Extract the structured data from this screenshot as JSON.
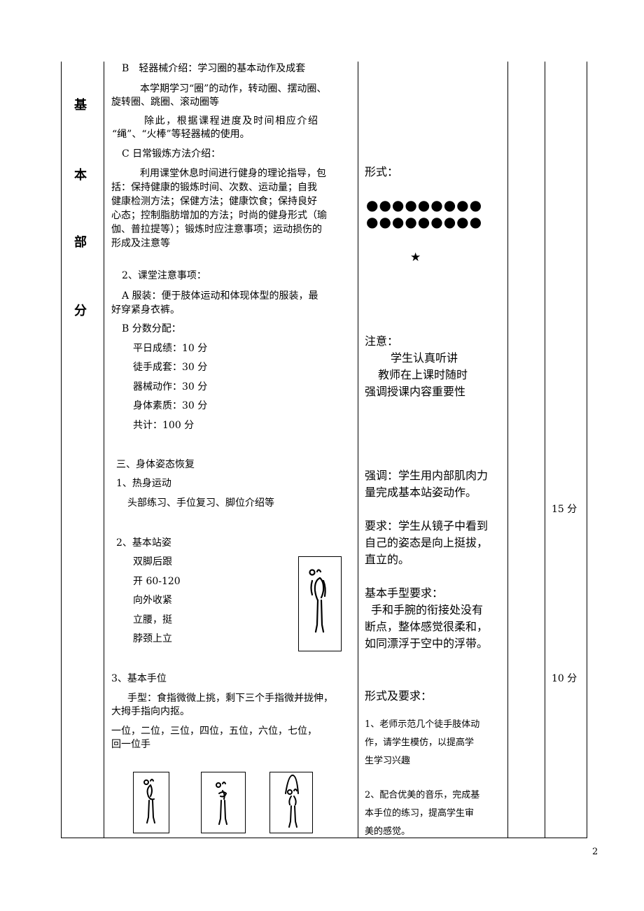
{
  "section_title": [
    "基",
    "本",
    "部",
    "分"
  ],
  "content": {
    "b_title": "B　轻器械介绍：学习圈的基本动作及成套",
    "b_p1a": "本学期学习“圈”的动作，转动圈、摆动圈、",
    "b_p1b": "旋转圈、跳圈、滚动圈等",
    "b_p2a": "除此，根据课程进度及时间相应介绍",
    "b_p2b": "“绳”、“火棒”等轻器械的使用。",
    "c_title": "C 日常锻炼方法介绍：",
    "c_p1": "利用课堂休息时间进行健身的理论指导，包",
    "c_p2": "括：保持健康的锻炼时间、次数、运动量；自我",
    "c_p3": "健康检测方法；保健方法；健康饮食；保持良好",
    "c_p4": "心态；控制脂肪增加的方法；时尚的健身形式（瑜",
    "c_p5": "伽、普拉提等）；锻炼时应注意事项；运动损伤的",
    "c_p6": "形成及注意等",
    "n2_title": "2、课堂注意事项：",
    "a_line1": "A 服装：便于肢体运动和体现体型的服装，最",
    "a_line2": "好穿紧身衣裤。",
    "score_title": "B 分数分配：",
    "score_items": [
      "平日成绩：10 分",
      "徒手成套：30 分",
      "器械动作：30 分",
      "身体素质：30 分",
      "共计：100 分"
    ],
    "s3_title": "三、身体姿态恢复",
    "s3_1": "1、热身运动",
    "s3_1_desc": "头部练习、手位复习、脚位介绍等",
    "s3_2": "2、基本站姿",
    "stance_lines": [
      "双脚后跟",
      "开 60-120",
      "向外收紧",
      "立腰，挺",
      "脖颈上立"
    ],
    "s3_3": "3、基本手位",
    "hand_a": "手型：食指微微上挑，剩下三个手指微并拢伸，",
    "hand_b": "大拇手指向内抠。",
    "pos_a": "一位，二位，三位，四位，五位，六位，七位，",
    "pos_b": "回一位手"
  },
  "notes": {
    "form_label": "形式：",
    "dots_row1": "●●●●●●●●●",
    "dots_row2": "●●●●●●●●●",
    "star": "★",
    "note_label": "注意：",
    "note_1": "学生认真听讲",
    "note_2": "教师在上课时随时",
    "note_3": "强调授课内容重要性",
    "emph_a": "强调：学生用内部肌肉力",
    "emph_b": "量完成基本站姿动作。",
    "req_a": "要求：学生从镜子中看到",
    "req_b": "自己的姿态是向上挺拔，",
    "req_c": "直立的。",
    "hand_req_title": "基本手型要求：",
    "hand_req_a": "手和手腕的衔接处没有",
    "hand_req_b": "断点，整体感觉很柔和，",
    "hand_req_c": "如同漂浮于空中的浮带。",
    "form_req_title": "形式及要求：",
    "fr1a": "1、老师示范几个徒手肢体动",
    "fr1b": "作，请学生模仿，以提高学",
    "fr1c": "生学习兴趣",
    "fr2a": "2、配合优美的音乐，完成基",
    "fr2b": "本手位的练习，提高学生审",
    "fr2c": "美的感觉。"
  },
  "time": {
    "t1": "15 分",
    "t2": "10 分"
  },
  "page_number": "2"
}
